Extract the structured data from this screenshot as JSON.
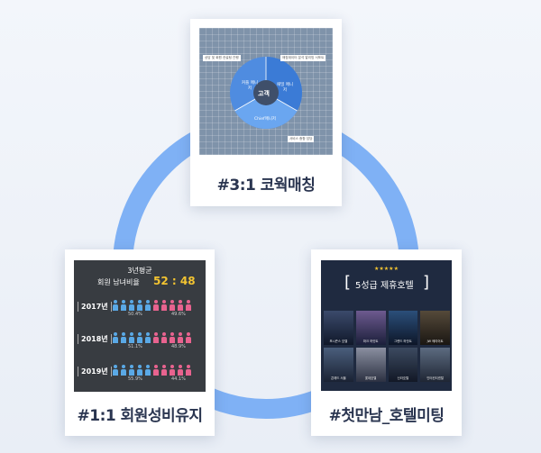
{
  "top_card": {
    "caption": "#3:1 코웍매칭",
    "center": "고객",
    "segments": [
      "커플 매니저",
      "패밀 매니저",
      "Chief매니저"
    ],
    "labels": [
      "상담 및 회원 컨설팅 관행",
      "매칭데이터 분석 알리밍 서포트",
      "서비스 종합 담당"
    ]
  },
  "left_card": {
    "caption": "#1:1 회원성비유지",
    "title": "3년평균",
    "subtitle": "회원 남녀비율",
    "ratio": "52 : 48",
    "rows": [
      {
        "year": "2017년",
        "male_pct": "50.4%",
        "female_pct": "49.6%"
      },
      {
        "year": "2018년",
        "male_pct": "51.1%",
        "female_pct": "48.9%"
      },
      {
        "year": "2019년",
        "male_pct": "55.9%",
        "female_pct": "44.1%"
      }
    ],
    "colors": {
      "male": "#5aa9e6",
      "female": "#e8638f",
      "ratio": "#f3c431"
    }
  },
  "right_card": {
    "caption": "#첫만남_호텔미팅",
    "stars": "★★★★★",
    "heading": "5성급 제휴호텔",
    "bracket_left": "[",
    "bracket_right": "]",
    "hotels": [
      "포시즌스 호텔",
      "파크 하얏트",
      "그랜드 하얏트",
      "JW 메리어트",
      "콘래드 서울",
      "롯데호텔",
      "신라호텔",
      "인터컨티넨탈"
    ]
  }
}
